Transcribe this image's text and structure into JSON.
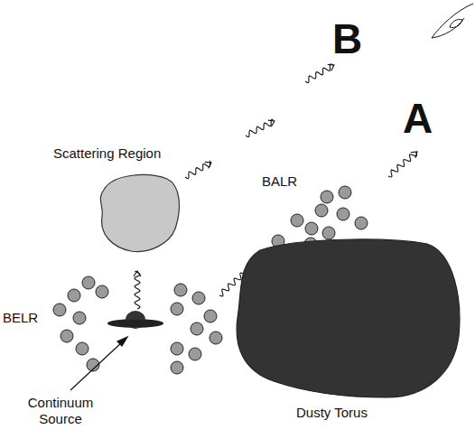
{
  "diagram": {
    "nodes": [
      {
        "text": [
          "Scattering Region"
        ]
      },
      {
        "text": [
          "Dusty Torus"
        ]
      }
    ],
    "labels": [
      "B",
      "A",
      "BALR",
      "BELR",
      "Continuum Source"
    ]
  }
}
